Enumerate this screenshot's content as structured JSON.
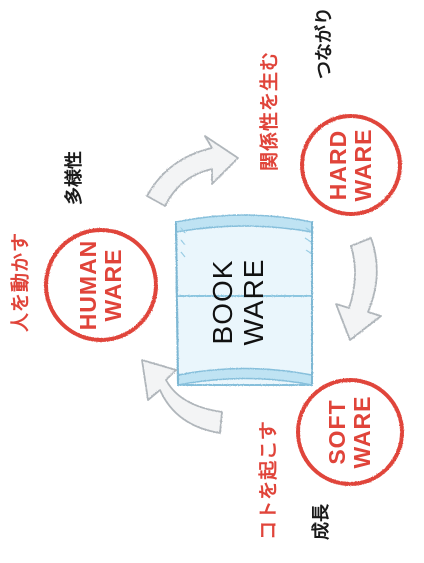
{
  "center": {
    "line1": "BOOK",
    "line2": "WARE"
  },
  "nodes": {
    "human": {
      "line1": "HUMAN",
      "line2": "WARE",
      "caption": "人を動かす"
    },
    "hard": {
      "line1": "HARD",
      "line2": "WARE",
      "caption": "関係性を生む"
    },
    "soft": {
      "line1": "SOFT",
      "line2": "WARE",
      "caption": "コトを起こす"
    }
  },
  "annotations": {
    "diversity": "多様性",
    "connection": "つながり",
    "growth": "成長"
  },
  "colors": {
    "accent_red": "#e0443a",
    "book_blue": "#a9d7ec",
    "arrow_gray": "#b9bfc4"
  }
}
